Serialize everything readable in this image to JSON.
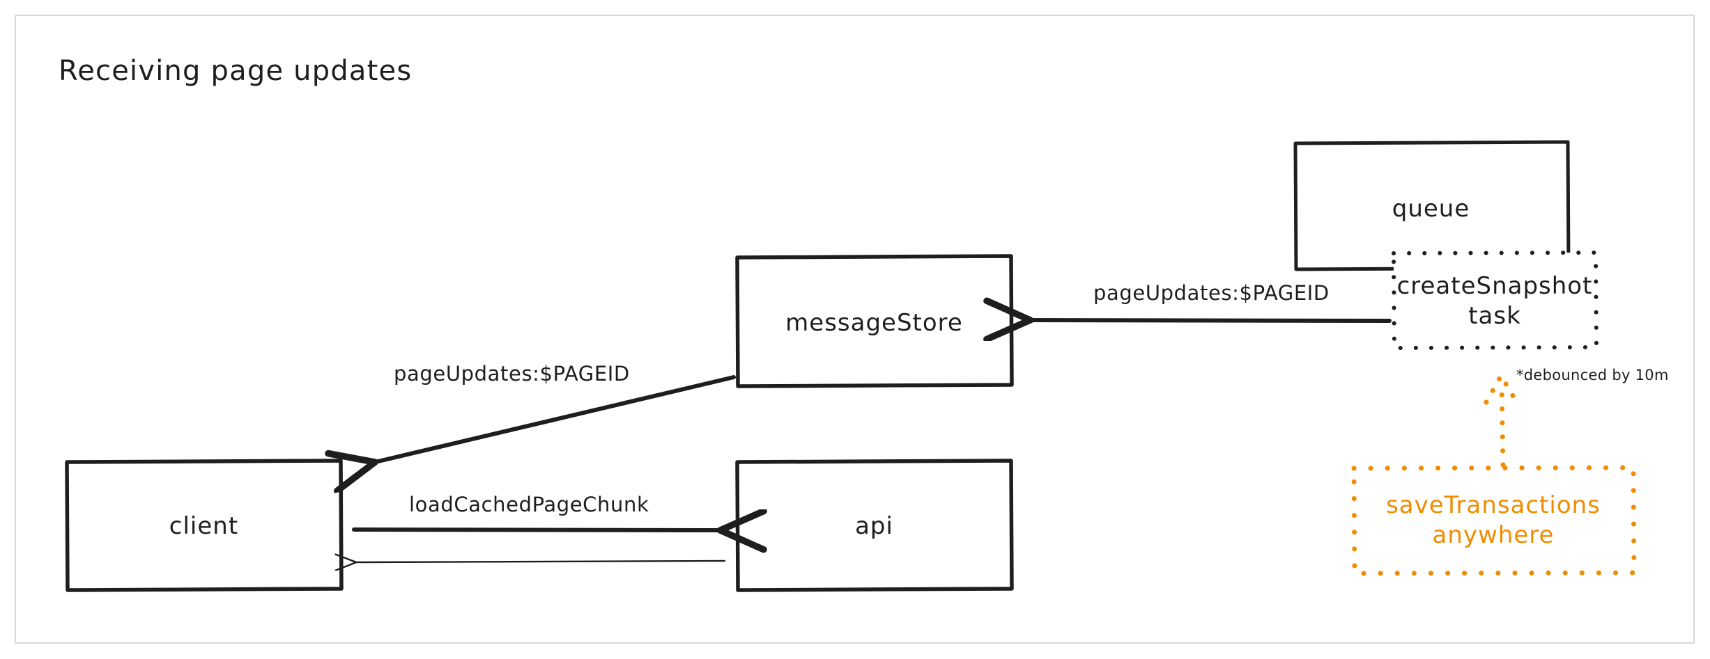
{
  "canvas": {
    "title": "Receiving page updates",
    "background": "#ffffff",
    "frame_border_color": "#d8d8dd",
    "ink_color": "#1e1e1e",
    "accent_color": "#f08c00"
  },
  "nodes": [
    {
      "id": "client",
      "label": "client",
      "shape": "rectangle",
      "stroke": "solid",
      "color": "#1e1e1e"
    },
    {
      "id": "messageStore",
      "label": "messageStore",
      "shape": "rectangle",
      "stroke": "solid",
      "color": "#1e1e1e"
    },
    {
      "id": "api",
      "label": "api",
      "shape": "rectangle",
      "stroke": "solid",
      "color": "#1e1e1e"
    },
    {
      "id": "queue",
      "label": "queue",
      "shape": "rectangle",
      "stroke": "solid",
      "color": "#1e1e1e"
    },
    {
      "id": "createSnapshot",
      "label": "createSnapshot\ntask",
      "shape": "rectangle",
      "stroke": "dotted",
      "color": "#1e1e1e"
    },
    {
      "id": "saveTransactions",
      "label": "saveTransactions\nanywhere",
      "shape": "rectangle",
      "stroke": "dotted",
      "color": "#f08c00"
    }
  ],
  "edges": [
    {
      "id": "edge-messagestore-client",
      "from": "messageStore",
      "to": "client",
      "label": "pageUpdates:$PAGEID",
      "stroke": "solid",
      "color": "#1e1e1e"
    },
    {
      "id": "edge-createsnapshot-store",
      "from": "createSnapshot",
      "to": "messageStore",
      "label": "pageUpdates:$PAGEID",
      "stroke": "solid",
      "color": "#1e1e1e"
    },
    {
      "id": "edge-client-api",
      "from": "client",
      "to": "api",
      "label": "loadCachedPageChunk",
      "stroke": "solid",
      "color": "#1e1e1e"
    },
    {
      "id": "edge-api-client",
      "from": "api",
      "to": "client",
      "label": "",
      "stroke": "solid",
      "color": "#1e1e1e"
    },
    {
      "id": "edge-savetx-createsnapshot",
      "from": "saveTransactions",
      "to": "createSnapshot",
      "label": "",
      "stroke": "dotted",
      "color": "#f08c00"
    }
  ],
  "annotations": [
    {
      "id": "debounce-note",
      "text": "*debounced by 10m",
      "color": "#1e1e1e"
    }
  ]
}
